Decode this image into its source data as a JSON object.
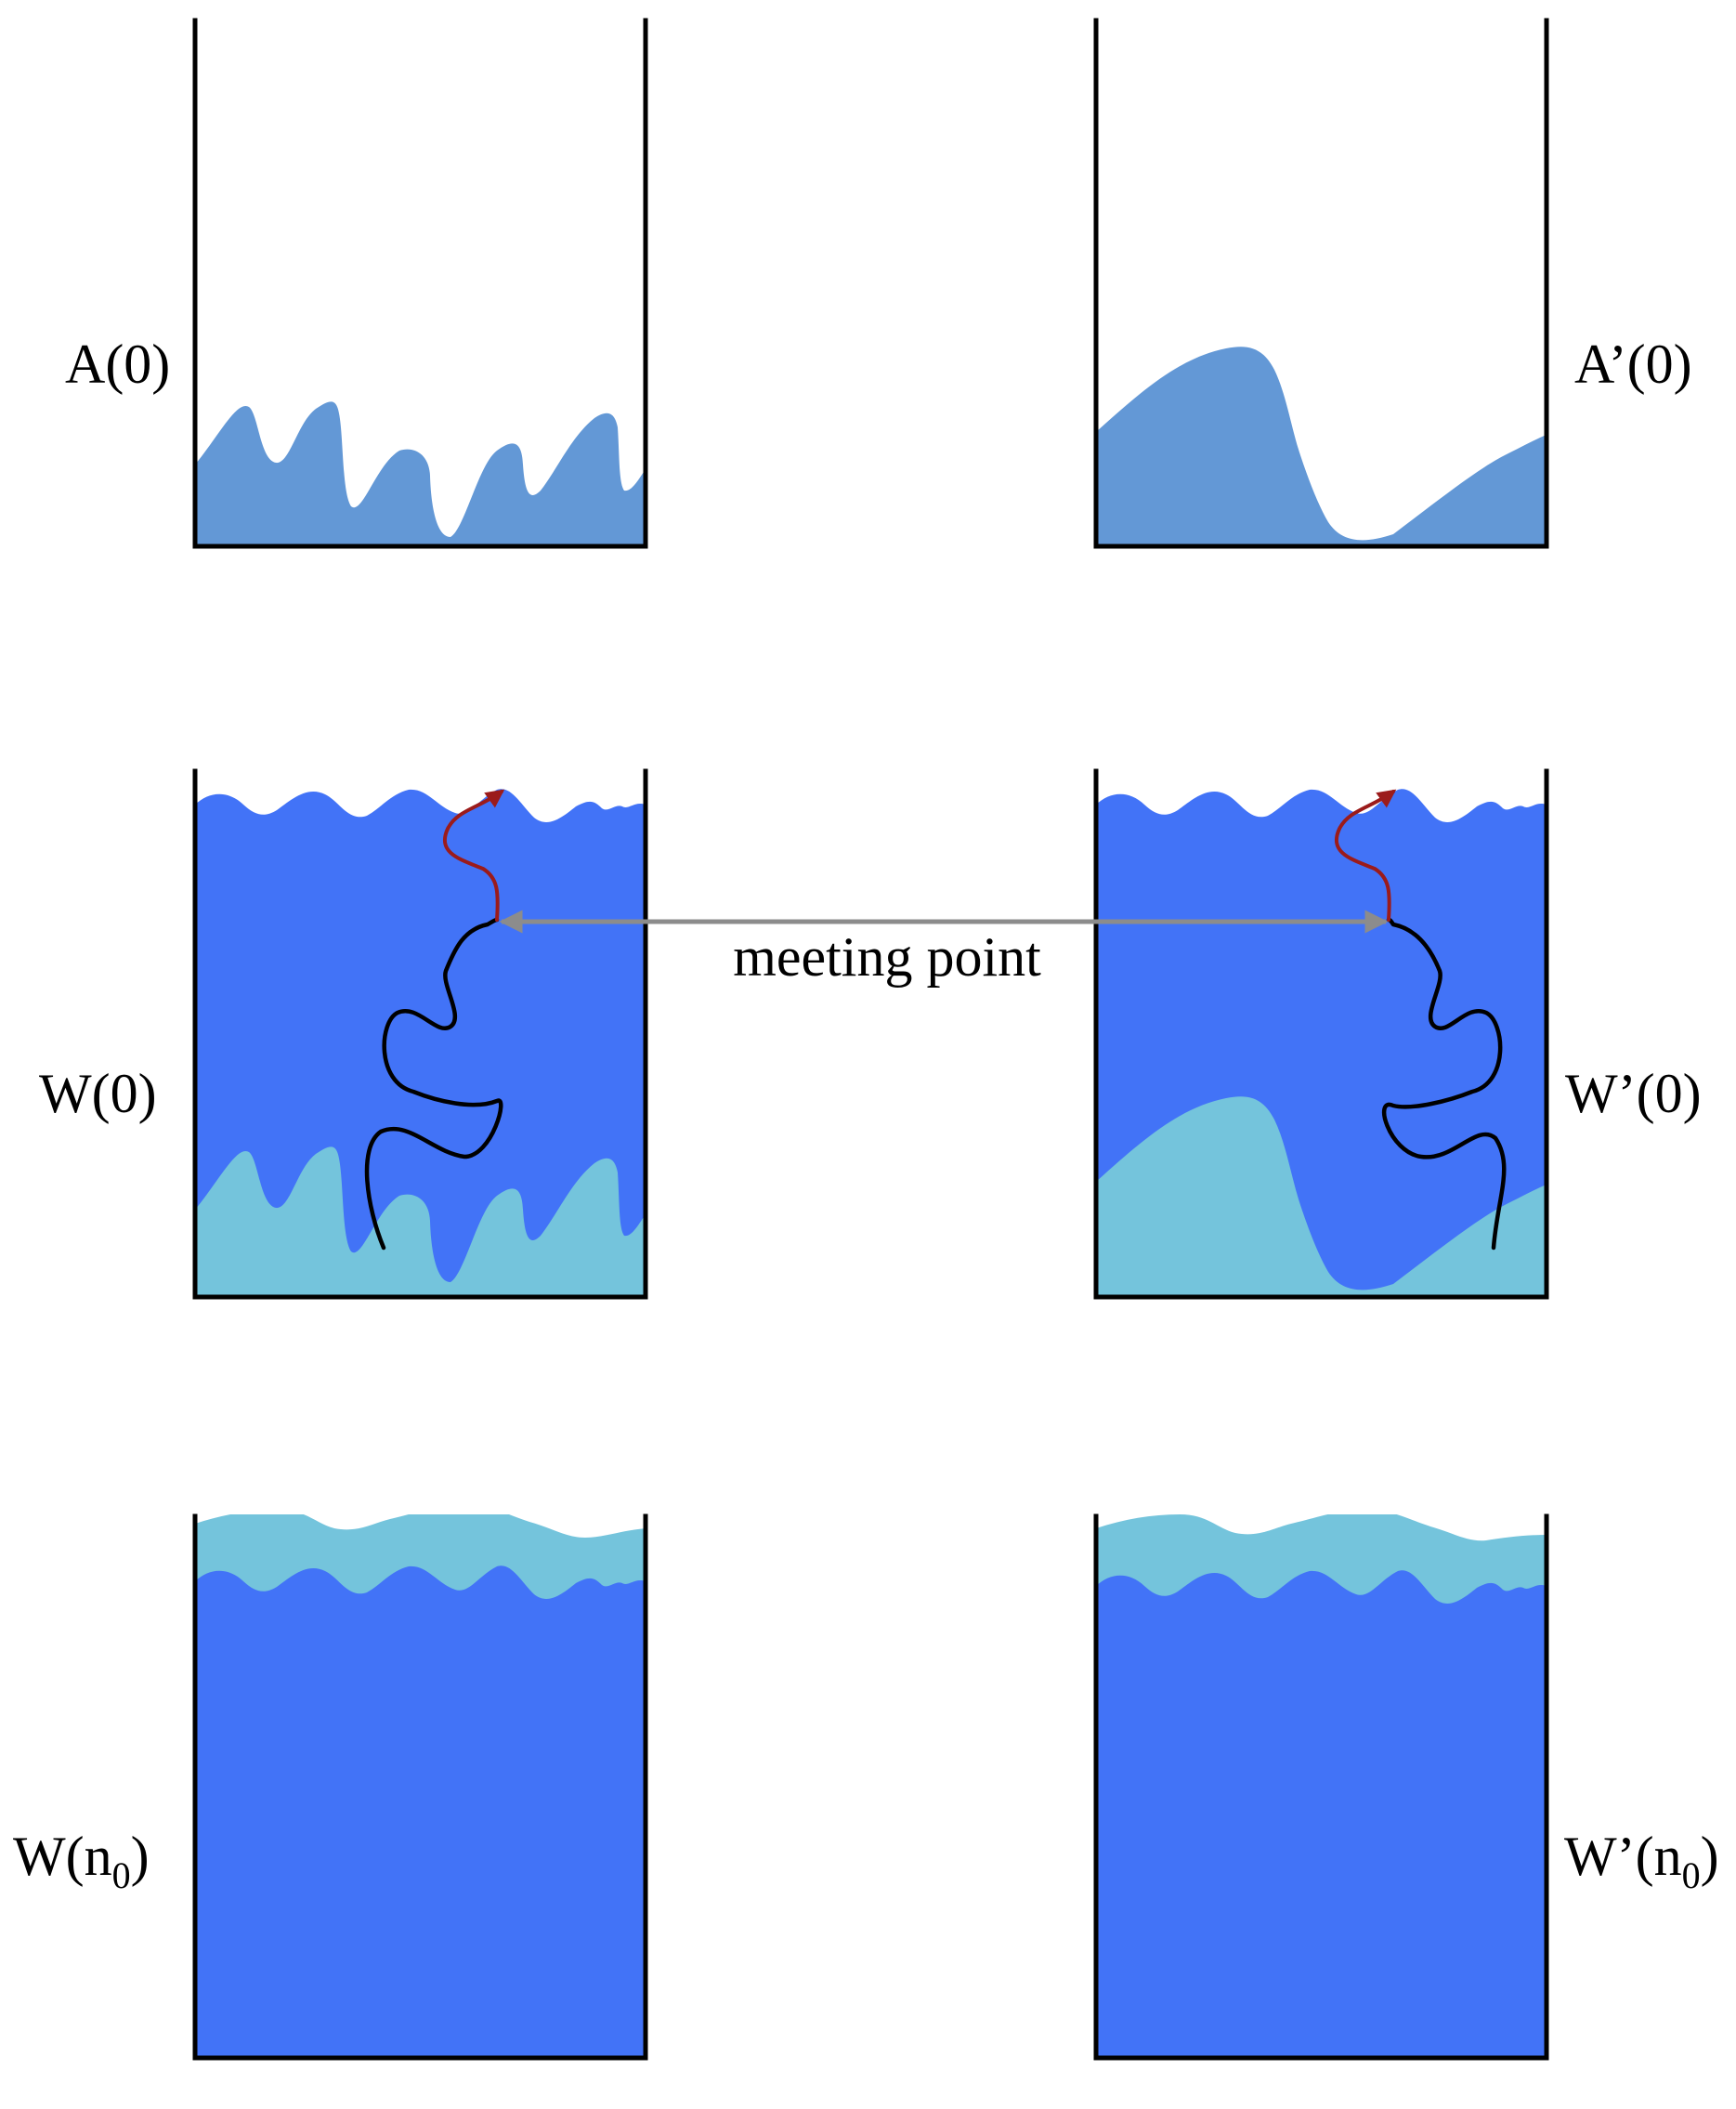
{
  "colors": {
    "fill_initial": "#6398d6",
    "fill_water": "#4273f7",
    "fill_light": "#74c4dc",
    "wall": "#000000",
    "path_black": "#000000",
    "path_red": "#9b1b1b",
    "meeting_line": "#8c8c8c"
  },
  "labels": {
    "a0": "A(0)",
    "a0_prime": "A’(0)",
    "w0": "W(0)",
    "w0_prime": "W’(0)",
    "wn0_main": "W(n",
    "wn0_sub": "0",
    "wn0_close": ")",
    "wn0_prime_main": "W’(n",
    "wn0_prime_sub": "0",
    "wn0_prime_close": ")",
    "meeting_point": "meeting point"
  }
}
